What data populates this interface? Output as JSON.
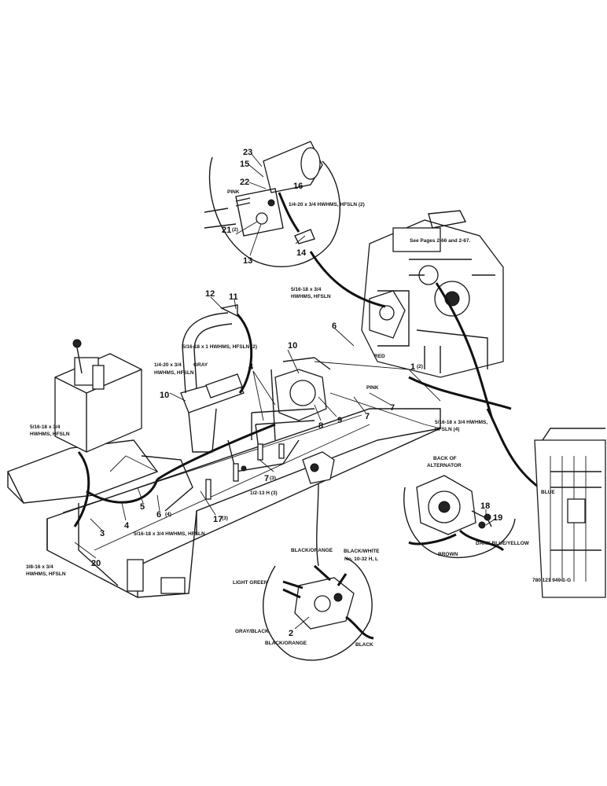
{
  "diagram": {
    "drawing_number": "780 121 949-1-G",
    "see_pages_note": "See Pages 2-66 and 2-67.",
    "callouts": [
      "23",
      "15",
      "16",
      "22",
      "21",
      "13",
      "14",
      "12",
      "11",
      "10",
      "10",
      "4",
      "8",
      "9",
      "6",
      "7",
      "7",
      "5",
      "6",
      "17",
      "3",
      "20",
      "7",
      "18",
      "19",
      "2"
    ],
    "callout_suffix": {
      "21": "(2)",
      "6": "(4)",
      "17": "(3)",
      "7": "(3)",
      "1": "(2)"
    },
    "hardware": {
      "top_inset_bolt": "1/4-20 x 3/4 HWHMS, HFSLN (2)",
      "engine_bolt_line1": "5/16-18 x 3/4",
      "engine_bolt_line2": "HWHMS, HFSLN",
      "frame_bolt": "5/16-18 x 1 HWHMS, HFSLN (2)",
      "bracket_bolt_line1": "1/4-20 x 3/4",
      "bracket_bolt_line2": "HWHMS, HFSLN",
      "right_bolt_line1": "5/16-18 x 3/4 HWHMS,",
      "right_bolt_line2": "HFSLN (4)",
      "left_bolt_line1": "5/16-18 x 3/4",
      "left_bolt_line2": "HWHMS, HFSLN",
      "lower_bolt": "5/16-18 x 3/4 HWHMS, HFSLN",
      "bottom_left_bolt_line1": "3/8-16 x 3/4",
      "bottom_left_bolt_line2": "HWHMS, HFSLN",
      "nut": "1/2-13 H (3)",
      "screw": "No. 10-32 H, L"
    },
    "wire_colors": {
      "pink_top": "PINK",
      "gray": "GRAY",
      "red": "RED",
      "pink_mid": "PINK",
      "blue": "BLUE",
      "dark_blue_yellow": "DARK BLUE/YELLOW",
      "brown": "BROWN",
      "black_orange_top": "BLACK/ORANGE",
      "black_white": "BLACK/WHITE",
      "light_green": "LIGHT GREEN",
      "gray_black": "GRAY/BLACK",
      "black_orange_bottom": "BLACK/ORANGE",
      "black": "BLACK"
    },
    "inset_titles": {
      "alternator_line1": "BACK OF",
      "alternator_line2": "ALTERNATOR"
    },
    "callout_one": "1"
  }
}
